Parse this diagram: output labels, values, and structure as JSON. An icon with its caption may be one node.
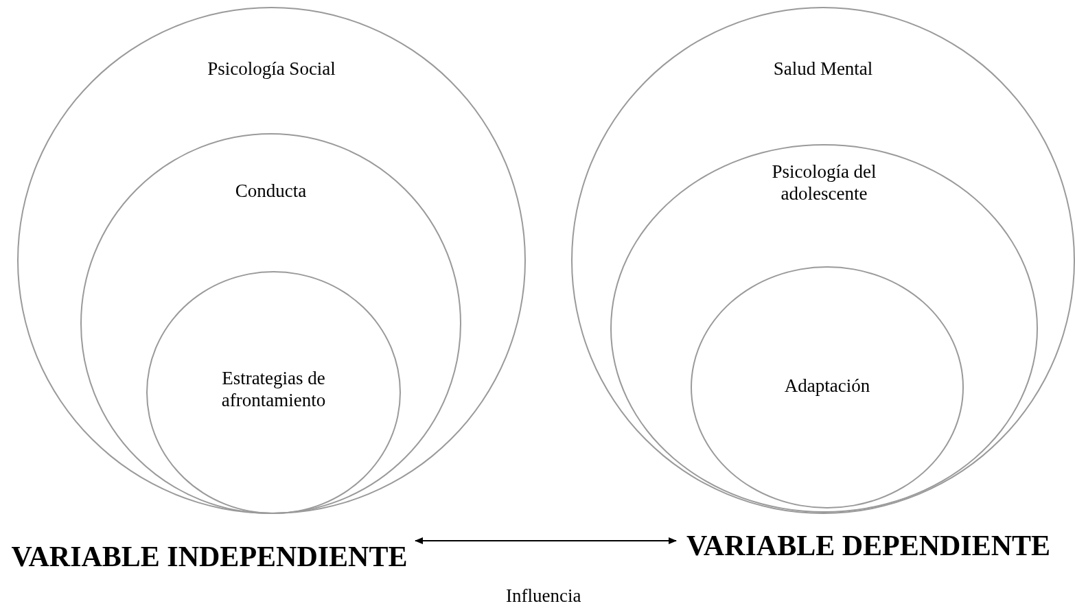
{
  "diagram": {
    "nodes": [
      {
        "text": [
          "Psicología Social"
        ]
      },
      {
        "text": [
          "Conducta"
        ],
        "in": 0
      },
      {
        "text": [
          "Estrategias de afrontamiento"
        ],
        "in": 1
      },
      {
        "text": [
          "Salud Mental"
        ]
      },
      {
        "text": [
          "Psicología del adolescente"
        ],
        "in": 3
      },
      {
        "text": [
          "Adaptación"
        ],
        "in": 4
      },
      {
        "text": [
          "VARIABLE INDEPENDIENTE"
        ]
      },
      {
        "text": [
          "VARIABLE DEPENDIENTE"
        ]
      }
    ],
    "edges": [
      {
        "from": 6,
        "to": 7,
        "arrow": "both",
        "label": "Influencia"
      }
    ]
  }
}
